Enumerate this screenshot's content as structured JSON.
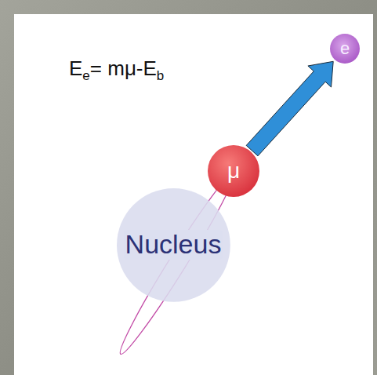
{
  "diagram": {
    "nodes": [
      {
        "text": [
          "e"
        ]
      },
      {
        "text": [
          "μ"
        ]
      },
      {
        "text": [
          "Nucleus"
        ]
      }
    ],
    "edges": [
      {
        "from": 1,
        "to": 0,
        "arrow": "to"
      }
    ],
    "labels": [
      "E",
      "e",
      "= mμ-E",
      "b"
    ]
  }
}
